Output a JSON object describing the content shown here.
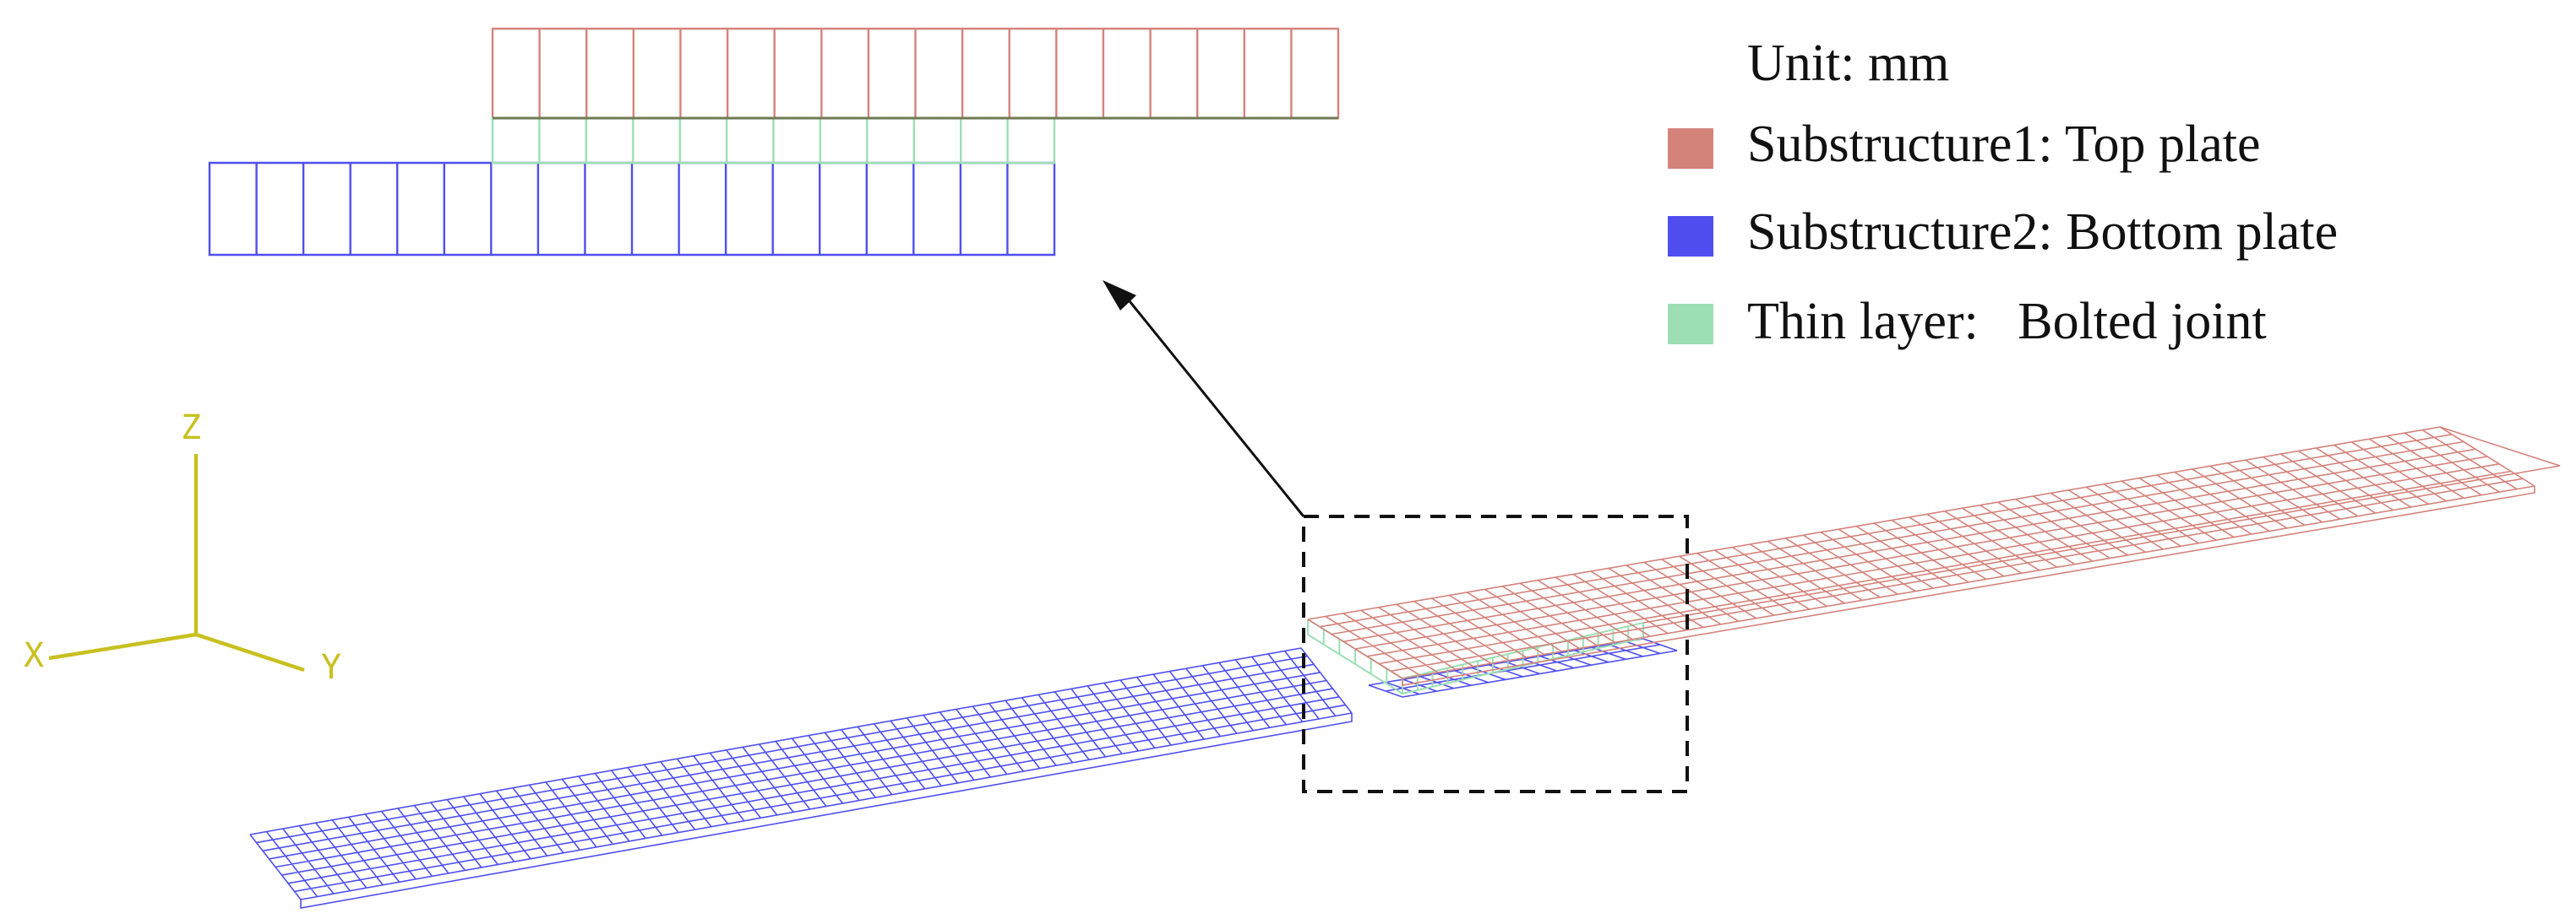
{
  "legend": {
    "unit_label": "Unit: mm",
    "items": [
      {
        "label": "Substructure1: Top plate",
        "color": "#d4837b"
      },
      {
        "label": "Substructure2: Bottom plate",
        "color": "#4f4ff0"
      },
      {
        "label": "Thin layer:   Bolted joint",
        "color": "#9cdfb4"
      }
    ]
  },
  "axes": {
    "z": "Z",
    "x": "X",
    "y": "Y",
    "color": "#c8c020"
  },
  "colors": {
    "top_plate": "#d4837b",
    "bottom_plate": "#4f4ff0",
    "thin_layer": "#9cdfb4",
    "arrow": "#111111",
    "detail_box": "#111111"
  }
}
